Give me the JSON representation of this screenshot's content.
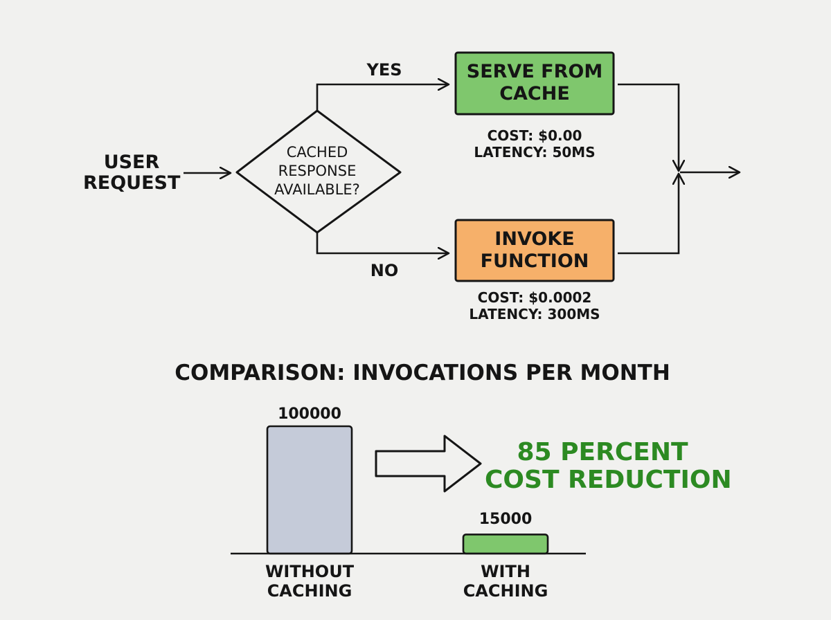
{
  "flowchart": {
    "start": {
      "line1": "USER",
      "line2": "REQUEST"
    },
    "decision": {
      "line1": "CACHED",
      "line2": "RESPONSE",
      "line3": "AVAILABLE?"
    },
    "branch_yes": "YES",
    "branch_no": "NO",
    "cache_box": {
      "line1": "SERVE FROM",
      "line2": "CACHE",
      "cost": "COST: $0.00",
      "latency": "LATENCY: 50MS",
      "color": "#7fc76d"
    },
    "invoke_box": {
      "line1": "INVOKE",
      "line2": "FUNCTION",
      "cost": "COST: $0.0002",
      "latency": "LATENCY: 300MS",
      "color": "#f6b06a"
    },
    "icons": [
      "arrow-right-icon"
    ]
  },
  "chart_data": {
    "type": "bar",
    "title": "COMPARISON: INVOCATIONS PER MONTH",
    "categories": [
      "WITHOUT CACHING",
      "WITH CACHING"
    ],
    "category_lines": [
      [
        "WITHOUT",
        "CACHING"
      ],
      [
        "WITH",
        "CACHING"
      ]
    ],
    "values": [
      100000,
      15000
    ],
    "value_labels": [
      "100000",
      "15000"
    ],
    "ylim": [
      0,
      100000
    ],
    "grid": false,
    "colors": [
      "#c5cbd9",
      "#7fc76d"
    ],
    "annotation": {
      "line1": "85 PERCENT",
      "line2": "COST REDUCTION",
      "color": "#2c8a22"
    }
  }
}
